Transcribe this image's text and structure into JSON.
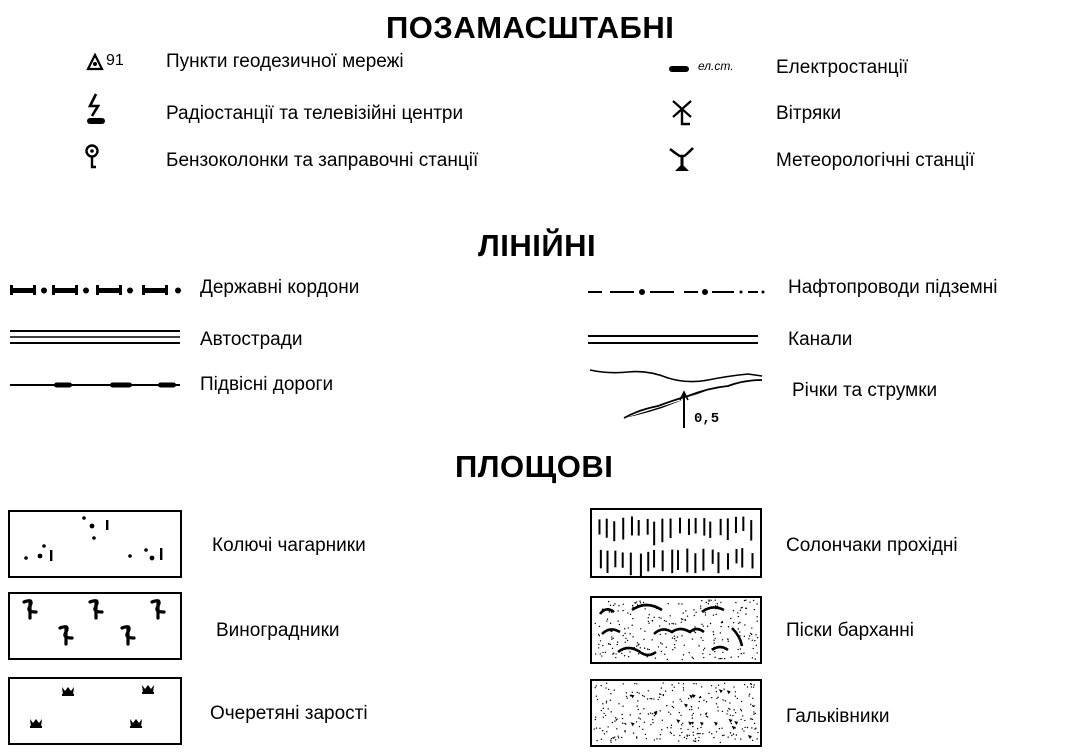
{
  "sections": {
    "point": {
      "title": "ПОЗАМАСШТАБНІ",
      "items": [
        {
          "label": "Пункти геодезичної мережі",
          "symbol": "triangle-geodetic-icon",
          "symbol_text": "91"
        },
        {
          "label": "Радіостанції та телевізійні центри",
          "symbol": "radio-tower-icon"
        },
        {
          "label": "Бензоколонки та заправочні станції",
          "symbol": "fuel-pump-icon"
        },
        {
          "label": "Електростанції",
          "symbol": "power-station-icon",
          "symbol_text": "ел.ст."
        },
        {
          "label": "Вітряки",
          "symbol": "windmill-icon"
        },
        {
          "label": "Метеорологічні станції",
          "symbol": "weather-station-icon"
        }
      ]
    },
    "linear": {
      "title": "ЛІНІЙНІ",
      "items": [
        {
          "label": "Державні кордони",
          "symbol": "state-border-line"
        },
        {
          "label": "Автостради",
          "symbol": "highway-line"
        },
        {
          "label": "Підвісні дороги",
          "symbol": "cable-road-line"
        },
        {
          "label": "Нафтопроводи підземні",
          "symbol": "underground-pipeline-line"
        },
        {
          "label": "Канали",
          "symbol": "canal-line"
        },
        {
          "label": "Річки та струмки",
          "symbol": "river-line",
          "symbol_text": "0,5"
        }
      ]
    },
    "area": {
      "title": "ПЛОЩОВІ",
      "items": [
        {
          "label": "Колючі чагарники",
          "symbol": "thorny-shrubs-pattern"
        },
        {
          "label": "Виноградники",
          "symbol": "vineyard-pattern"
        },
        {
          "label": "Очеретяні зарості",
          "symbol": "reed-thicket-pattern"
        },
        {
          "label": "Солончаки прохідні",
          "symbol": "salt-marsh-pattern"
        },
        {
          "label": "Піски барханні",
          "symbol": "barchan-sand-pattern"
        },
        {
          "label": "Гальківники",
          "symbol": "pebble-pattern"
        }
      ]
    }
  }
}
